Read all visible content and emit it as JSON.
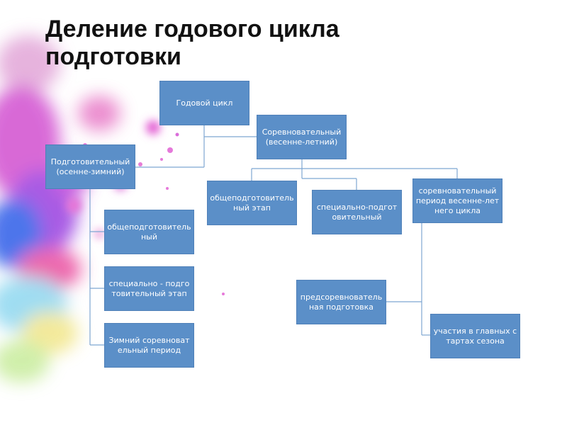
{
  "title": {
    "line1": "Деление годового цикла",
    "line2": "подготовки"
  },
  "nodes": {
    "annual": "Годовой цикл",
    "competitive": "Соревновательный (весенне-летний)",
    "preparatory": "Подготовительный (осенне-зимний)",
    "general_prep": "общеподготовительный",
    "special_prep_stage": "специально - подготовительный этап",
    "winter_competitive": "Зимний соревновательный период",
    "general_prep_stage": "общеподготовительный этап",
    "special_prep": "специально-подготовительный",
    "spring_summer_cycle": "соревновательный период весенне-летнего цикла",
    "precompetition": "предсоревновательная подготовка",
    "main_starts": "участия в главных стартах сезона"
  },
  "colors": {
    "box": "#5b8fc8",
    "connector": "#7ea6d2",
    "text": "#ffffff"
  }
}
